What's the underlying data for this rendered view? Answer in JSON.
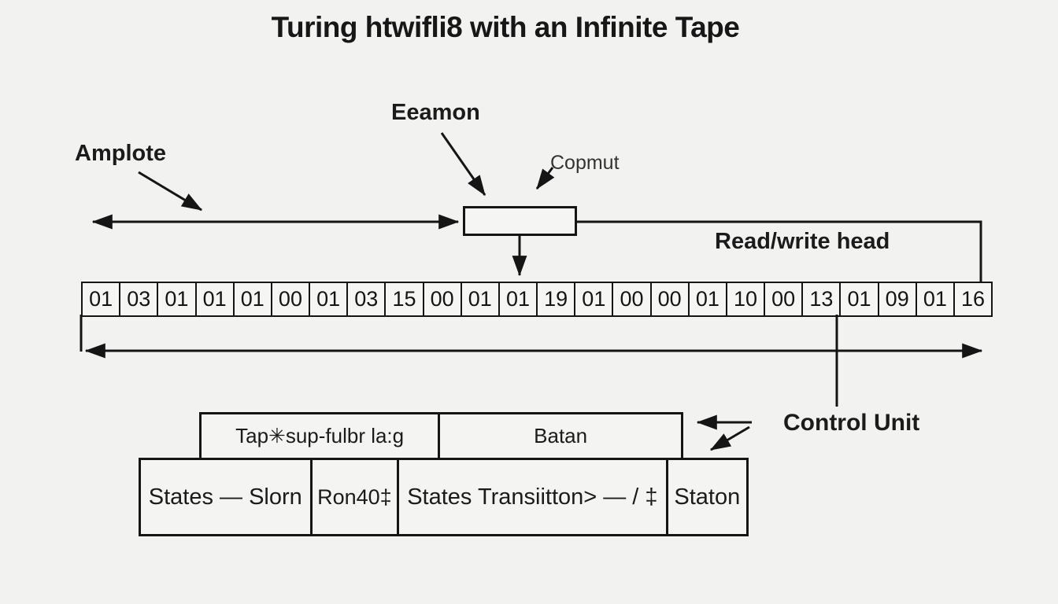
{
  "title": "Turing htwifli8 with an Infinite Tape",
  "labels": {
    "amplote": "Amplote",
    "eeamon": "Eeamon",
    "copmut": "Copmut",
    "read_write_head": "Read/write head",
    "control_unit": "Control Unit"
  },
  "tape": {
    "cells": [
      "01",
      "03",
      "01",
      "01",
      "01",
      "00",
      "01",
      "03",
      "15",
      "00",
      "01",
      "01",
      "19",
      "01",
      "00",
      "00",
      "01",
      "10",
      "00",
      "13",
      "01",
      "09",
      "01",
      "16"
    ]
  },
  "control_table": {
    "header": [
      "Tap✳sup-fulbr la:g",
      "Batan"
    ],
    "row": [
      "States — Slorn",
      "Ron40‡",
      "States Transiitton> — / ‡",
      "Staton"
    ]
  },
  "colors": {
    "background": "#f2f2f0",
    "line": "#151515"
  }
}
